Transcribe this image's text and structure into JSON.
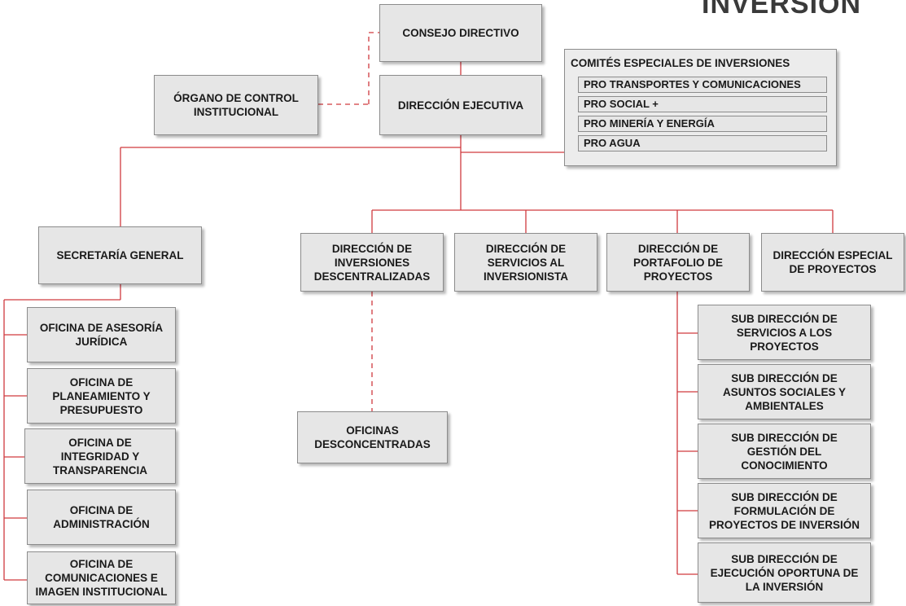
{
  "logo": {
    "text": "INVERSIÓN"
  },
  "units": {
    "consejo_directivo": "CONSEJO DIRECTIVO",
    "organo_control": "ÓRGANO DE CONTROL\nINSTITUCIONAL",
    "direccion_ejecutiva": "DIRECCIÓN EJECUTIVA",
    "secretaria_general": "SECRETARÍA GENERAL",
    "dir_inversiones_descentralizadas": "DIRECCIÓN DE\nINVERSIONES\nDESCENTRALIZADAS",
    "dir_servicios_inversionista": "DIRECCIÓN DE\nSERVICIOS AL\nINVERSIONISTA",
    "dir_portafolio": "DIRECCIÓN DE\nPORTAFOLIO DE\nPROYECTOS",
    "dir_especial": "DIRECCIÓN ESPECIAL\nDE PROYECTOS",
    "oficinas_desconcentradas": "OFICINAS\nDESCONCENTRADAS"
  },
  "offices": [
    "OFICINA DE ASESORÍA\nJURÍDICA",
    "OFICINA DE\nPLANEAMIENTO Y\nPRESUPUESTO",
    "OFICINA DE\nINTEGRIDAD Y\nTRANSPARENCIA",
    "OFICINA DE\nADMINISTRACIÓN",
    "OFICINA DE\nCOMUNICACIONES E\nIMAGEN INSTITUCIONAL"
  ],
  "subdirections": [
    "SUB DIRECCIÓN DE\nSERVICIOS A LOS\nPROYECTOS",
    "SUB DIRECCIÓN DE\nASUNTOS SOCIALES Y\nAMBIENTALES",
    "SUB DIRECCIÓN DE\nGESTIÓN DEL\nCONOCIMIENTO",
    "SUB DIRECCIÓN DE\nFORMULACIÓN DE\nPROYECTOS DE INVERSIÓN",
    "SUB DIRECCIÓN DE\nEJECUCIÓN OPORTUNA DE\nLA INVERSIÓN"
  ],
  "committees": {
    "title": "COMITÉS ESPECIALES DE INVERSIONES",
    "items": [
      "PRO TRANSPORTES Y COMUNICACIONES",
      "PRO SOCIAL +",
      "PRO MINERÍA Y ENERGÍA",
      "PRO AGUA"
    ]
  },
  "colors": {
    "connector": "#c0282d",
    "box_fill": "#e6e6e6",
    "box_border": "#8c8c8c"
  }
}
